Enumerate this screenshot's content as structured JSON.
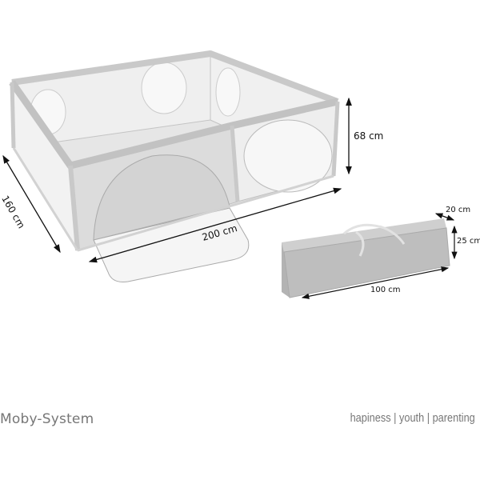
{
  "playpen": {
    "width_label": "200 cm",
    "depth_label": "160 cm",
    "height_label": "68 cm"
  },
  "bag": {
    "length_label": "100 cm",
    "depth_label": "20 cm",
    "height_label": "25 cm"
  },
  "footer": {
    "brand": "Moby-System",
    "slogan": "hapiness | youth | parenting"
  },
  "colors": {
    "frame": "#c9c9c9",
    "mesh": "#ececec",
    "bag": "#bdbdbd",
    "text": "#777777"
  }
}
